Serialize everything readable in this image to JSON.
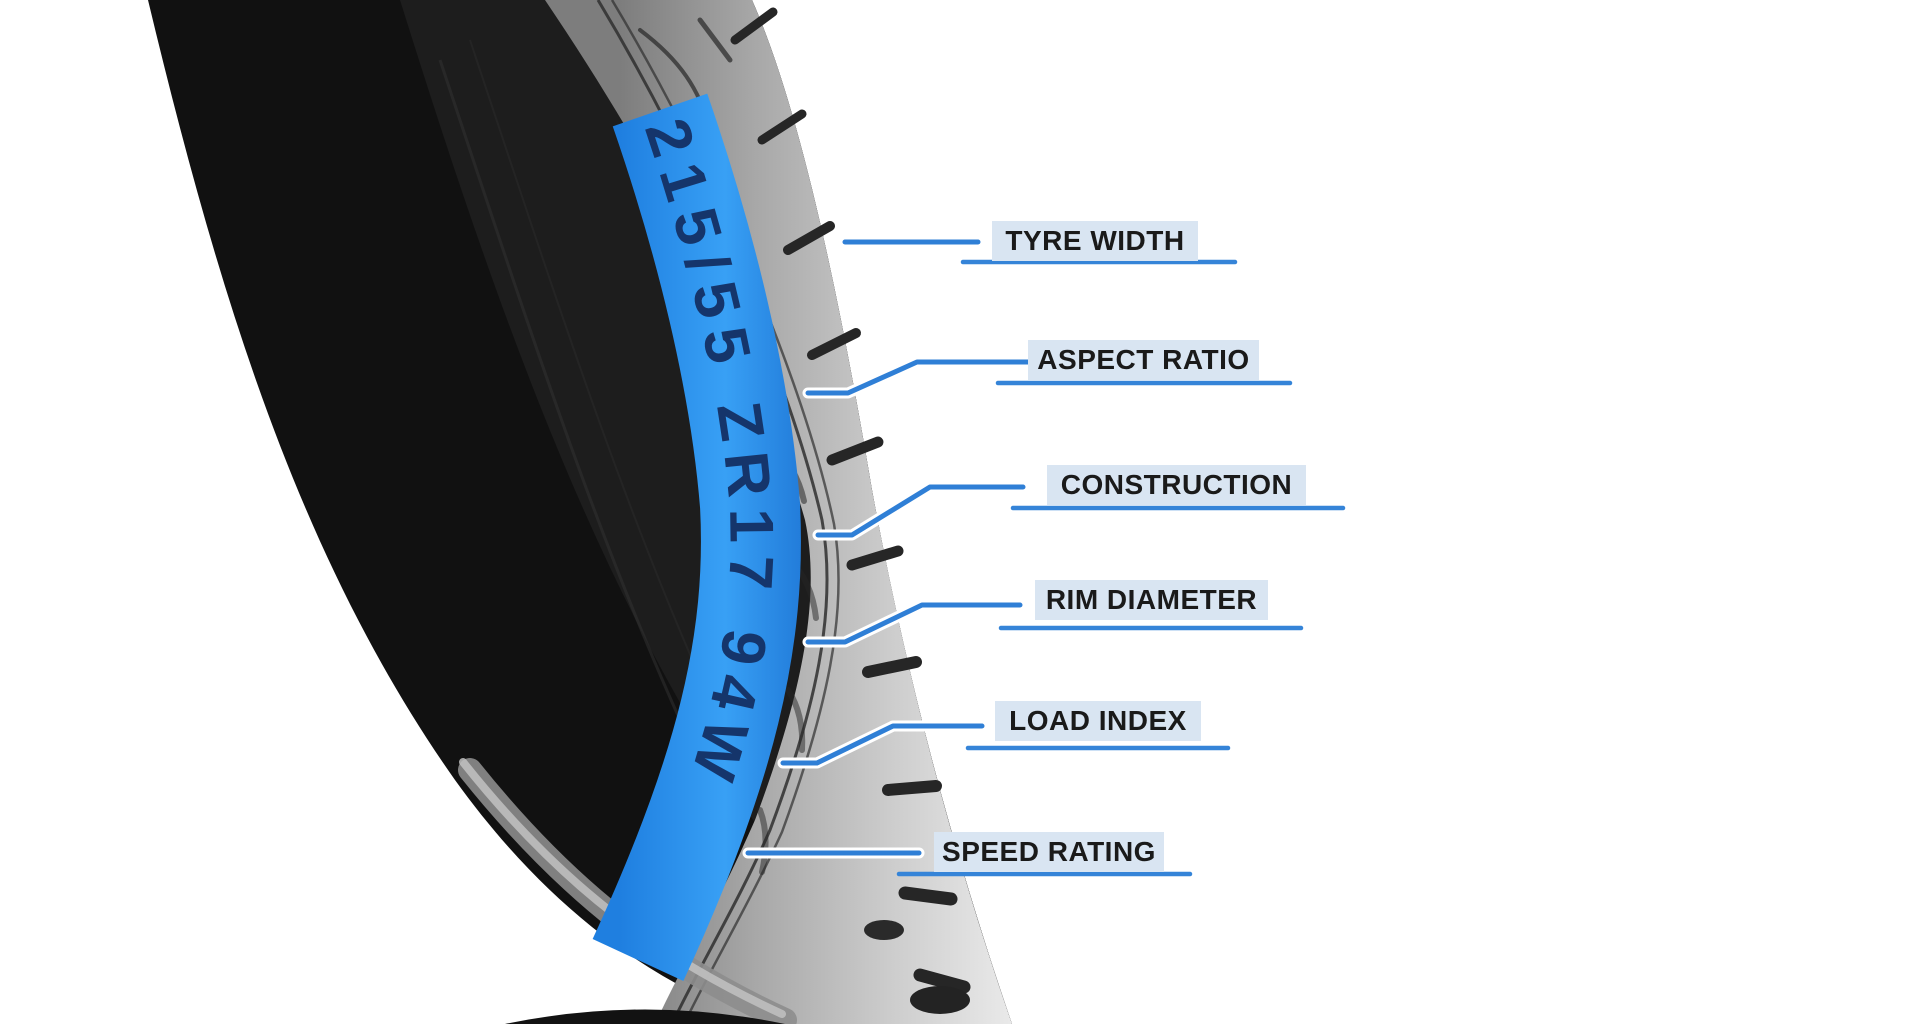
{
  "diagram": {
    "subject": "tyre-sidewall-markings",
    "tire": {
      "marking": "215/55 ZR17 94W",
      "marking_parts": {
        "tyre_width": "215",
        "aspect_ratio": "55",
        "construction": "ZR",
        "rim_diameter": "17",
        "load_index": "94",
        "speed_rating": "W"
      }
    },
    "labels": [
      {
        "id": "tyre-width",
        "text": "TYRE WIDTH"
      },
      {
        "id": "aspect-ratio",
        "text": "ASPECT RATIO"
      },
      {
        "id": "construction",
        "text": "CONSTRUCTION"
      },
      {
        "id": "rim-diameter",
        "text": "RIM DIAMETER"
      },
      {
        "id": "load-index",
        "text": "LOAD INDEX"
      },
      {
        "id": "speed-rating",
        "text": "SPEED RATING"
      }
    ],
    "colors": {
      "leader_blue": "#2f7fd6",
      "underline_blue": "#3584d8",
      "label_background": "#d9e5f2",
      "label_text": "#1a1a1a",
      "band_blue": "#2b8de8",
      "marking_navy": "#15356b",
      "background": "#ffffff"
    }
  }
}
